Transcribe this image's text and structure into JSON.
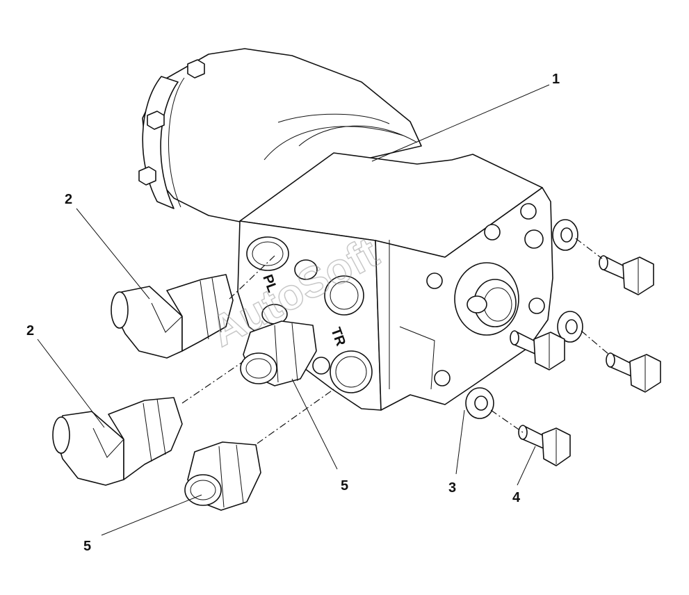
{
  "diagram": {
    "callouts": [
      {
        "id": "c1",
        "text": "1"
      },
      {
        "id": "c2a",
        "text": "2"
      },
      {
        "id": "c2b",
        "text": "2"
      },
      {
        "id": "c3",
        "text": "3"
      },
      {
        "id": "c4",
        "text": "4"
      },
      {
        "id": "c5a",
        "text": "5"
      },
      {
        "id": "c5b",
        "text": "5"
      }
    ],
    "port_labels": {
      "pl": "PL",
      "tr": "TR"
    },
    "watermark": "AutoSoft"
  }
}
